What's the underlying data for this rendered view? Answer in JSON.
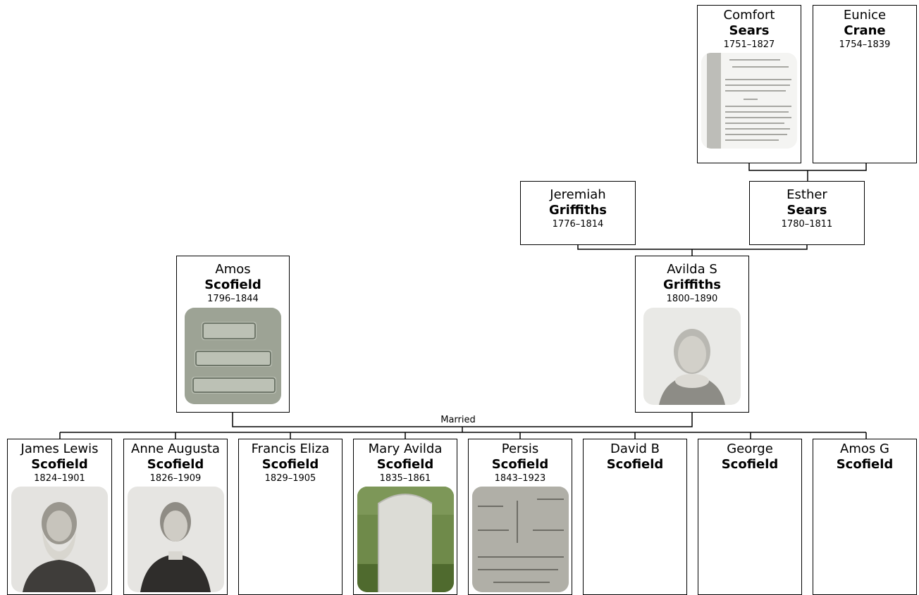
{
  "persons": {
    "comfort_sears": {
      "given": "Comfort",
      "surname": "Sears",
      "dates": "1751–1827",
      "photo": "document-scan"
    },
    "eunice_crane": {
      "given": "Eunice",
      "surname": "Crane",
      "dates": "1754–1839",
      "photo": ""
    },
    "jeremiah_griffiths": {
      "given": "Jeremiah",
      "surname": "Griffiths",
      "dates": "1776–1814",
      "photo": ""
    },
    "esther_sears": {
      "given": "Esther",
      "surname": "Sears",
      "dates": "1780–1811",
      "photo": ""
    },
    "amos_scofield": {
      "given": "Amos",
      "surname": "Scofield",
      "dates": "1796–1844",
      "photo": "gravestone-engraved"
    },
    "avilda_griffiths": {
      "given": "Avilda S",
      "surname": "Griffiths",
      "dates": "1800–1890",
      "photo": "portrait-woman"
    },
    "james_lewis": {
      "given": "James Lewis",
      "surname": "Scofield",
      "dates": "1824–1901",
      "photo": "portrait-bearded-man"
    },
    "anne_augusta": {
      "given": "Anne Augusta",
      "surname": "Scofield",
      "dates": "1826–1909",
      "photo": "portrait-woman"
    },
    "francis_eliza": {
      "given": "Francis Eliza",
      "surname": "Scofield",
      "dates": "1829–1905",
      "photo": ""
    },
    "mary_avilda": {
      "given": "Mary Avilda",
      "surname": "Scofield",
      "dates": "1835–1861",
      "photo": "headstone"
    },
    "persis": {
      "given": "Persis",
      "surname": "Scofield",
      "dates": "1843–1923",
      "photo": "gravestone-engraved"
    },
    "david_b": {
      "given": "David B",
      "surname": "Scofield",
      "dates": "",
      "photo": ""
    },
    "george": {
      "given": "George",
      "surname": "Scofield",
      "dates": "",
      "photo": ""
    },
    "amos_g": {
      "given": "Amos G",
      "surname": "Scofield",
      "dates": "",
      "photo": ""
    }
  },
  "relationship": {
    "label": "Married"
  },
  "colors": {
    "line": "#000000",
    "box_border": "#000000",
    "background": "#ffffff"
  }
}
